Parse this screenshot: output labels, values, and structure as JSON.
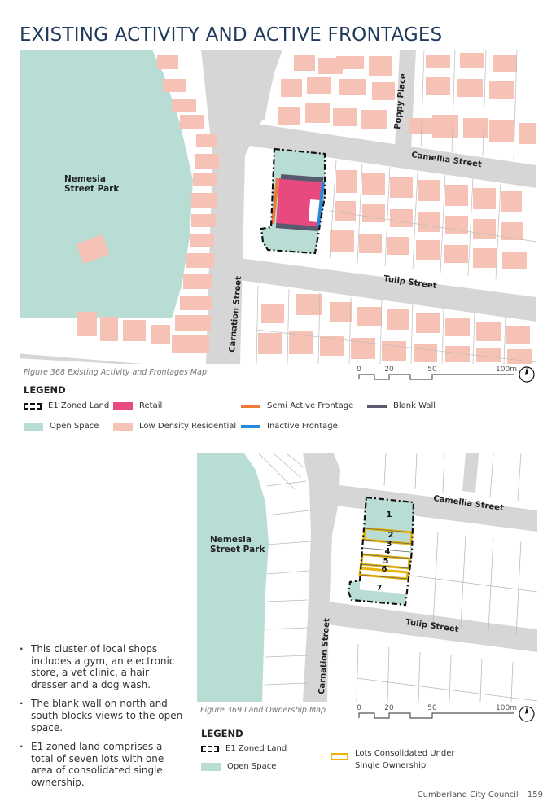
{
  "page_title": "EXISTING ACTIVITY AND ACTIVE FRONTAGES",
  "map1": {
    "park_label_line1": "Nemesia",
    "park_label_line2": "Street Park",
    "streets": {
      "poppy": "Poppy Place",
      "camellia": "Camellia Street",
      "tulip": "Tulip Street",
      "carnation": "Carnation Street"
    },
    "scale": {
      "t0": "0",
      "t1": "20",
      "t2": "50",
      "t3": "100m"
    },
    "caption": "Figure 368 Existing Activity and Frontages Map",
    "colors": {
      "open_space": "#b8ddd4",
      "residential": "#f7c2b6",
      "retail": "#e84a7f",
      "semi_active": "#f07a3a",
      "inactive": "#2b88d8",
      "blank_wall": "#5a5a6e",
      "road": "#d6d6d6"
    }
  },
  "legend1": {
    "title": "LEGEND",
    "e1": "E1 Zoned Land",
    "open_space": "Open Space",
    "retail": "Retail",
    "low_density": "Low Density  Residential",
    "semi_active": "Semi Active Frontage",
    "inactive": "Inactive Frontage",
    "blank_wall": "Blank Wall"
  },
  "map2": {
    "park_label_line1": "Nemesia",
    "park_label_line2": "Street Park",
    "streets": {
      "camellia": "Camellia Street",
      "tulip": "Tulip Street",
      "carnation": "Carnation Street"
    },
    "lots": [
      "1",
      "2",
      "3",
      "4",
      "5",
      "6",
      "7"
    ],
    "scale": {
      "t0": "0",
      "t1": "20",
      "t2": "50",
      "t3": "100m"
    },
    "caption": "Figure 369 Land Ownership Map",
    "colors": {
      "consolidated": "#e8b40b"
    }
  },
  "legend2": {
    "title": "LEGEND",
    "e1": "E1 Zoned Land",
    "open_space": "Open Space",
    "consolidated_line1": "Lots Consolidated Under",
    "consolidated_line2": "Single Ownership"
  },
  "bullets": [
    "This cluster of local shops includes a gym, an electronic store, a vet clinic, a hair dresser and a dog wash.",
    "The blank wall on north and south blocks views to the open space.",
    "E1 zoned land comprises a total of seven lots with one area of consolidated single ownership."
  ],
  "footer": {
    "council": "Cumberland City Council",
    "page_number": "159"
  }
}
